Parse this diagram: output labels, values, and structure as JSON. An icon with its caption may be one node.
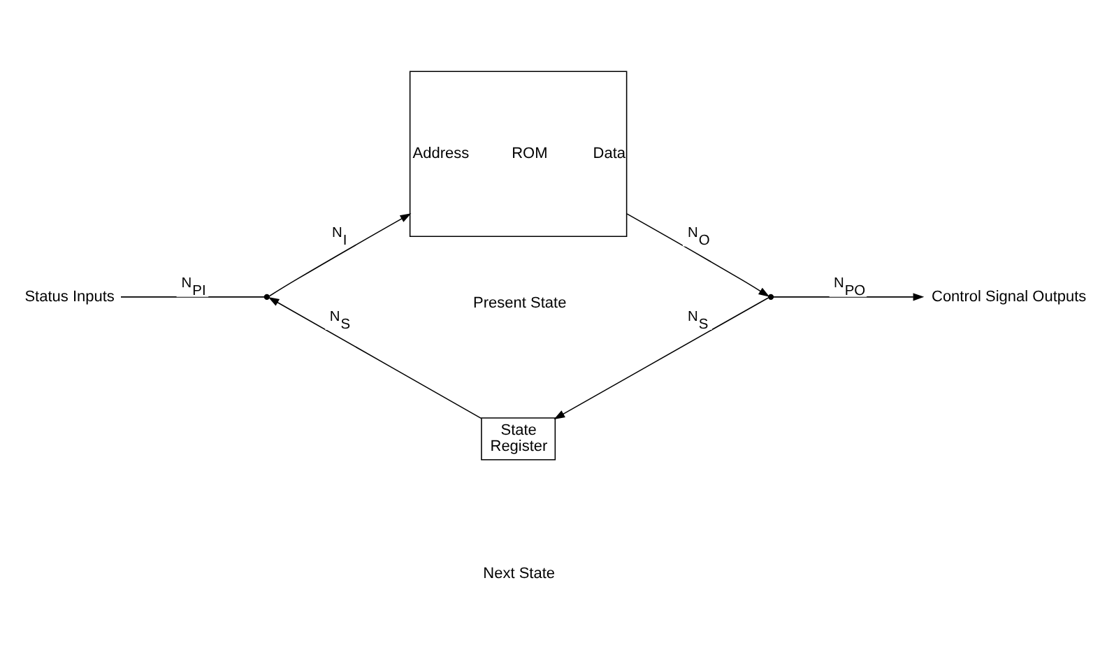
{
  "diagram": {
    "nodes": [
      {
        "text": [
          "Status Inputs"
        ]
      },
      {
        "text": [],
        "shape": "point"
      },
      {
        "text": [
          "Address",
          "ROM",
          "Data"
        ]
      },
      {
        "text": [],
        "shape": "point"
      },
      {
        "text": [
          "Control Signal Outputs"
        ]
      },
      {
        "text": [
          "State Register"
        ]
      }
    ],
    "edges": [
      {
        "from": 0,
        "to": 1,
        "arrow": "none",
        "label": "N$_{PI}$"
      },
      {
        "from": 1,
        "to": 2,
        "arrow": "to",
        "label": "N$_{I}$"
      },
      {
        "from": 2,
        "to": 3,
        "arrow": "to",
        "label": "N$_{O}$"
      },
      {
        "from": 3,
        "to": 4,
        "arrow": "to",
        "label": "N$_{PO}$"
      },
      {
        "from": 3,
        "to": 5,
        "arrow": "to",
        "label": "N$_{S}$"
      },
      {
        "from": 5,
        "to": 1,
        "arrow": "to",
        "label": "N$_{S}$"
      }
    ],
    "labels": [
      "Present State",
      "Next State"
    ]
  }
}
